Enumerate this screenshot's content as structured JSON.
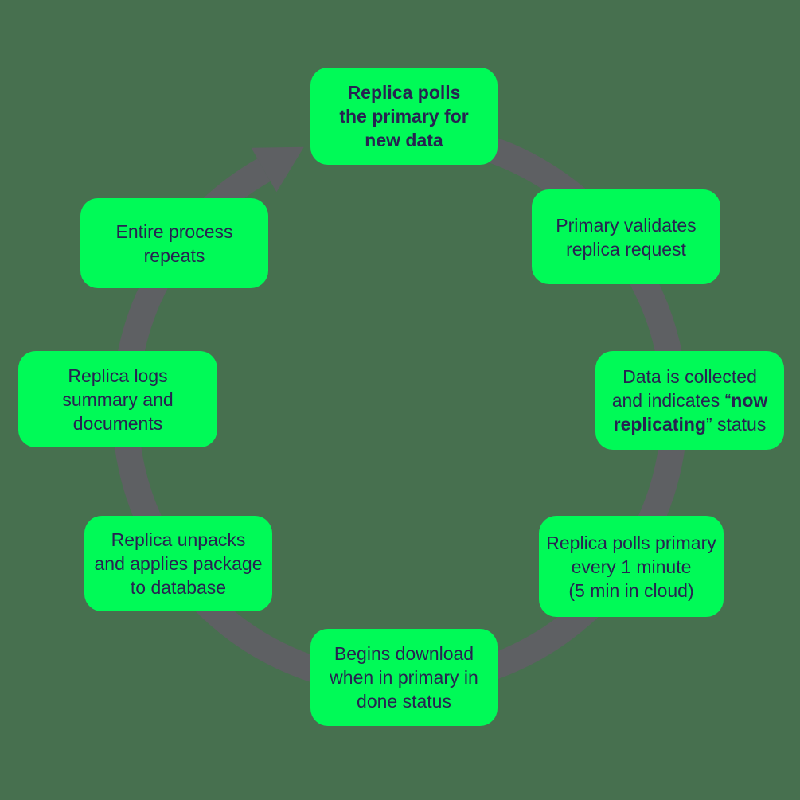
{
  "diagram": {
    "type": "cycle",
    "flow": "clockwise",
    "colors": {
      "background": "#47704f",
      "ring": "#5e6063",
      "box": "#00fa57",
      "text": "#272351"
    },
    "steps": [
      {
        "name": "replica-polls-primary",
        "text": "Replica polls the primary for new data",
        "bold": true,
        "lines": [
          [
            {
              "t": "Replica polls",
              "b": true
            }
          ],
          [
            {
              "t": "the primary for",
              "b": true
            }
          ],
          [
            {
              "t": "new data",
              "b": true
            }
          ]
        ]
      },
      {
        "name": "primary-validates",
        "text": "Primary validates replica request",
        "bold": false,
        "lines": [
          [
            {
              "t": "Primary validates",
              "b": false
            }
          ],
          [
            {
              "t": "replica request",
              "b": false
            }
          ]
        ]
      },
      {
        "name": "data-collected",
        "text": "Data is collected and indicates “now replicating” status",
        "bold": false,
        "lines": [
          [
            {
              "t": "Data is collected",
              "b": false
            }
          ],
          [
            {
              "t": "and indicates “",
              "b": false
            },
            {
              "t": "now",
              "b": true
            }
          ],
          [
            {
              "t": "replicating",
              "b": true
            },
            {
              "t": "” status",
              "b": false
            }
          ]
        ]
      },
      {
        "name": "replica-polls-interval",
        "text": "Replica polls primary every 1 minute (5 min in cloud)",
        "bold": false,
        "lines": [
          [
            {
              "t": "Replica polls primary",
              "b": false
            }
          ],
          [
            {
              "t": "every 1 minute",
              "b": false
            }
          ],
          [
            {
              "t": "(5 min in cloud)",
              "b": false
            }
          ]
        ]
      },
      {
        "name": "begins-download",
        "text": "Begins download when in primary in done status",
        "bold": false,
        "lines": [
          [
            {
              "t": "Begins download",
              "b": false
            }
          ],
          [
            {
              "t": "when in primary in",
              "b": false
            }
          ],
          [
            {
              "t": "done status",
              "b": false
            }
          ]
        ]
      },
      {
        "name": "replica-unpacks",
        "text": "Replica unpacks and applies package to database",
        "bold": false,
        "lines": [
          [
            {
              "t": "Replica unpacks",
              "b": false
            }
          ],
          [
            {
              "t": "and applies package",
              "b": false
            }
          ],
          [
            {
              "t": "to database",
              "b": false
            }
          ]
        ]
      },
      {
        "name": "replica-logs",
        "text": "Replica logs summary and documents",
        "bold": false,
        "lines": [
          [
            {
              "t": "Replica logs",
              "b": false
            }
          ],
          [
            {
              "t": "summary and",
              "b": false
            }
          ],
          [
            {
              "t": "documents",
              "b": false
            }
          ]
        ]
      },
      {
        "name": "process-repeats",
        "text": "Entire process repeats",
        "bold": false,
        "lines": [
          [
            {
              "t": "Entire process",
              "b": false
            }
          ],
          [
            {
              "t": "repeats",
              "b": false
            }
          ]
        ]
      }
    ]
  }
}
